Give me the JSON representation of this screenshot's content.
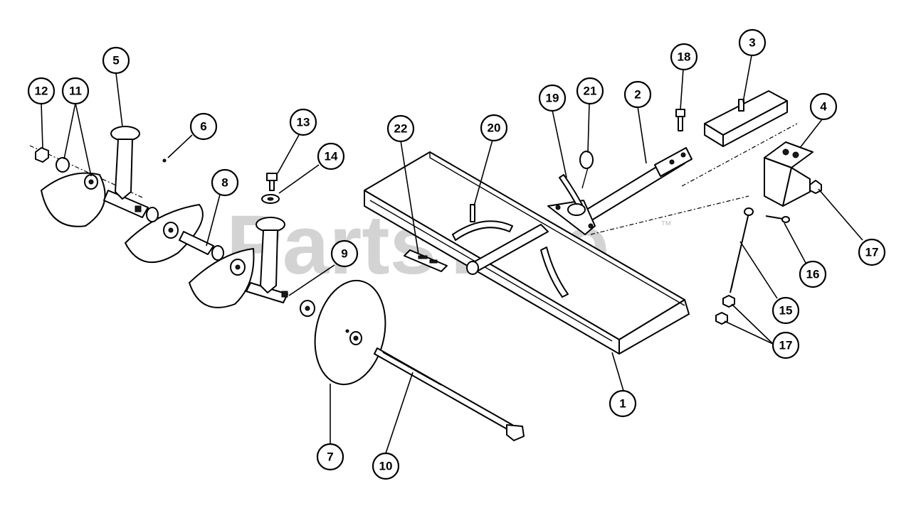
{
  "watermark": {
    "text": "PartsTree",
    "trademark": "™"
  },
  "callouts": [
    {
      "number": "1"
    },
    {
      "number": "2"
    },
    {
      "number": "3"
    },
    {
      "number": "4"
    },
    {
      "number": "5"
    },
    {
      "number": "6"
    },
    {
      "number": "7"
    },
    {
      "number": "8"
    },
    {
      "number": "9"
    },
    {
      "number": "10"
    },
    {
      "number": "11"
    },
    {
      "number": "12"
    },
    {
      "number": "13"
    },
    {
      "number": "14"
    },
    {
      "number": "15"
    },
    {
      "number": "16"
    },
    {
      "number": "17"
    },
    {
      "number": "17"
    },
    {
      "number": "18"
    },
    {
      "number": "19"
    },
    {
      "number": "20"
    },
    {
      "number": "21"
    },
    {
      "number": "22"
    }
  ]
}
